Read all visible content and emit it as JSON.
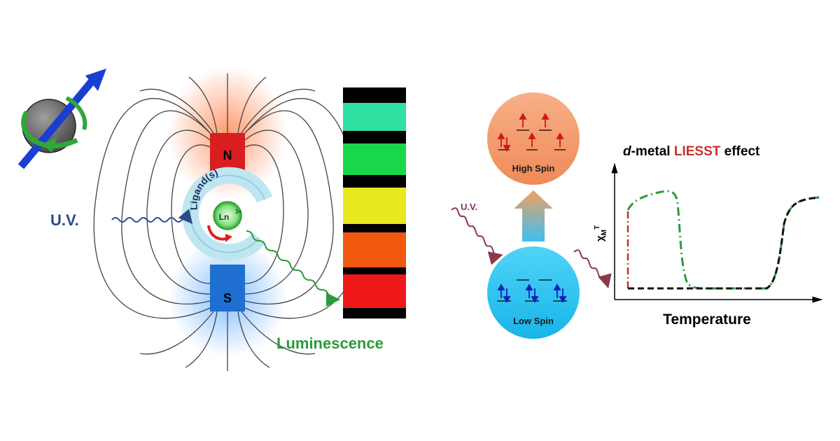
{
  "left_panel": {
    "magnet_north_label": "N",
    "magnet_south_label": "S",
    "uv_label": "U.V.",
    "ligand_label": "Ligand(s)",
    "ion_label": "Ln",
    "ion_charge": "3+",
    "luminescence_label": "Luminescence",
    "spectrum_bands": [
      "#2fe0a0",
      "#18d84a",
      "#e8e820",
      "#f05810",
      "#ee1818"
    ]
  },
  "right_panel": {
    "uv_label": "U.V.",
    "high_spin_label": "High Spin",
    "low_spin_label": "Low Spin",
    "title_prefix": "d",
    "title_metal": "-metal ",
    "title_liesst": "LIESST",
    "title_suffix": " effect",
    "yaxis_label_main": "χ",
    "yaxis_label_sub": "M",
    "yaxis_label_sup": "T",
    "xaxis_label": "Temperature"
  },
  "colors": {
    "north_pole": "#d81e1e",
    "south_pole": "#1e6fd0",
    "high_spin_circle": "#f5a070",
    "low_spin_circle": "#2ec4f0",
    "liesst_red": "#c8302a",
    "green_curve": "#2b9a3a",
    "uv_left": "#2a4a8a",
    "uv_right": "#8a2a4a",
    "luminescence_green": "#2b9a3a"
  }
}
